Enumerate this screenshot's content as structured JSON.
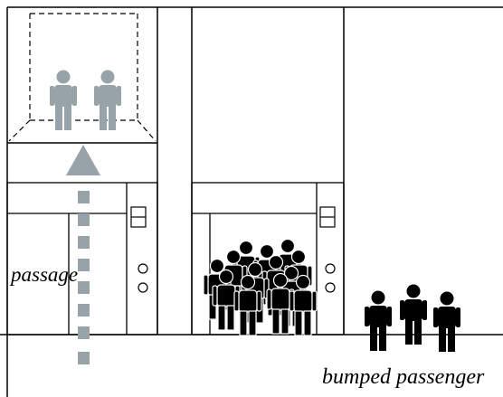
{
  "labels": {
    "passage": "passage",
    "bumped_passenger": "bumped passenger"
  },
  "colors": {
    "line": "#000000",
    "ghost_person": "#97a3a8",
    "arrow": "#97a3a8",
    "person": "#000000"
  },
  "icons": {
    "person": "person-icon",
    "arrow": "arrow-up-icon",
    "button": "call-button-icon"
  },
  "scene": {
    "elevator_cars": 2,
    "ghost_passengers": 2,
    "crowd_passengers": 13,
    "bumped_passengers": 3
  }
}
